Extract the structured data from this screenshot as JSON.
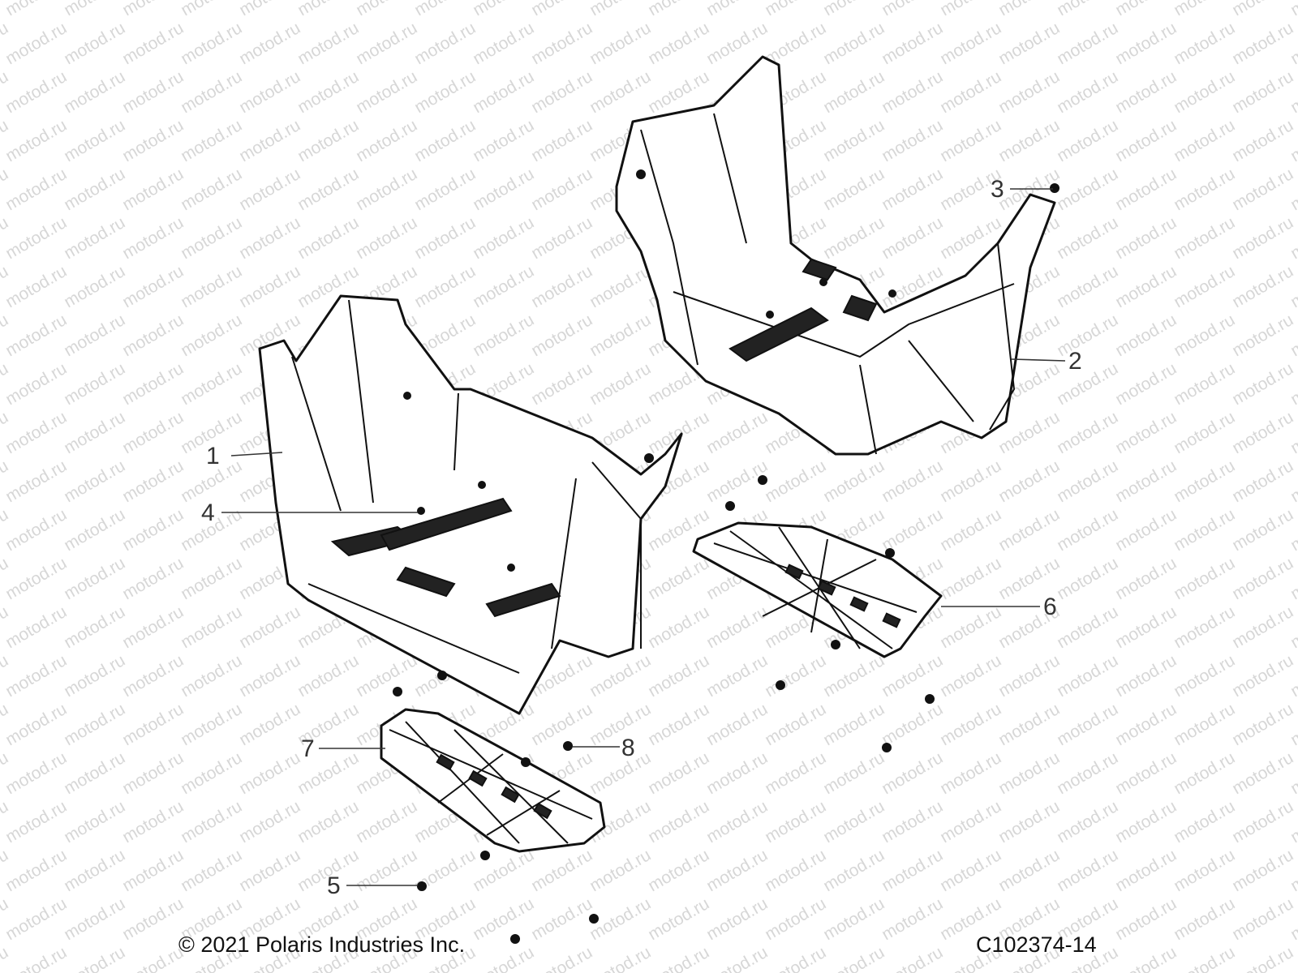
{
  "watermark": {
    "text": "motod.ru",
    "color": "#d7d7d7"
  },
  "callouts": [
    {
      "id": "1",
      "label": "1"
    },
    {
      "id": "2",
      "label": "2"
    },
    {
      "id": "3",
      "label": "3"
    },
    {
      "id": "4",
      "label": "4"
    },
    {
      "id": "5",
      "label": "5"
    },
    {
      "id": "6",
      "label": "6"
    },
    {
      "id": "7",
      "label": "7"
    },
    {
      "id": "8",
      "label": "8"
    }
  ],
  "footer": {
    "copyright": "© 2021 Polaris Industries Inc.",
    "diagram_code": "C102374-14"
  }
}
